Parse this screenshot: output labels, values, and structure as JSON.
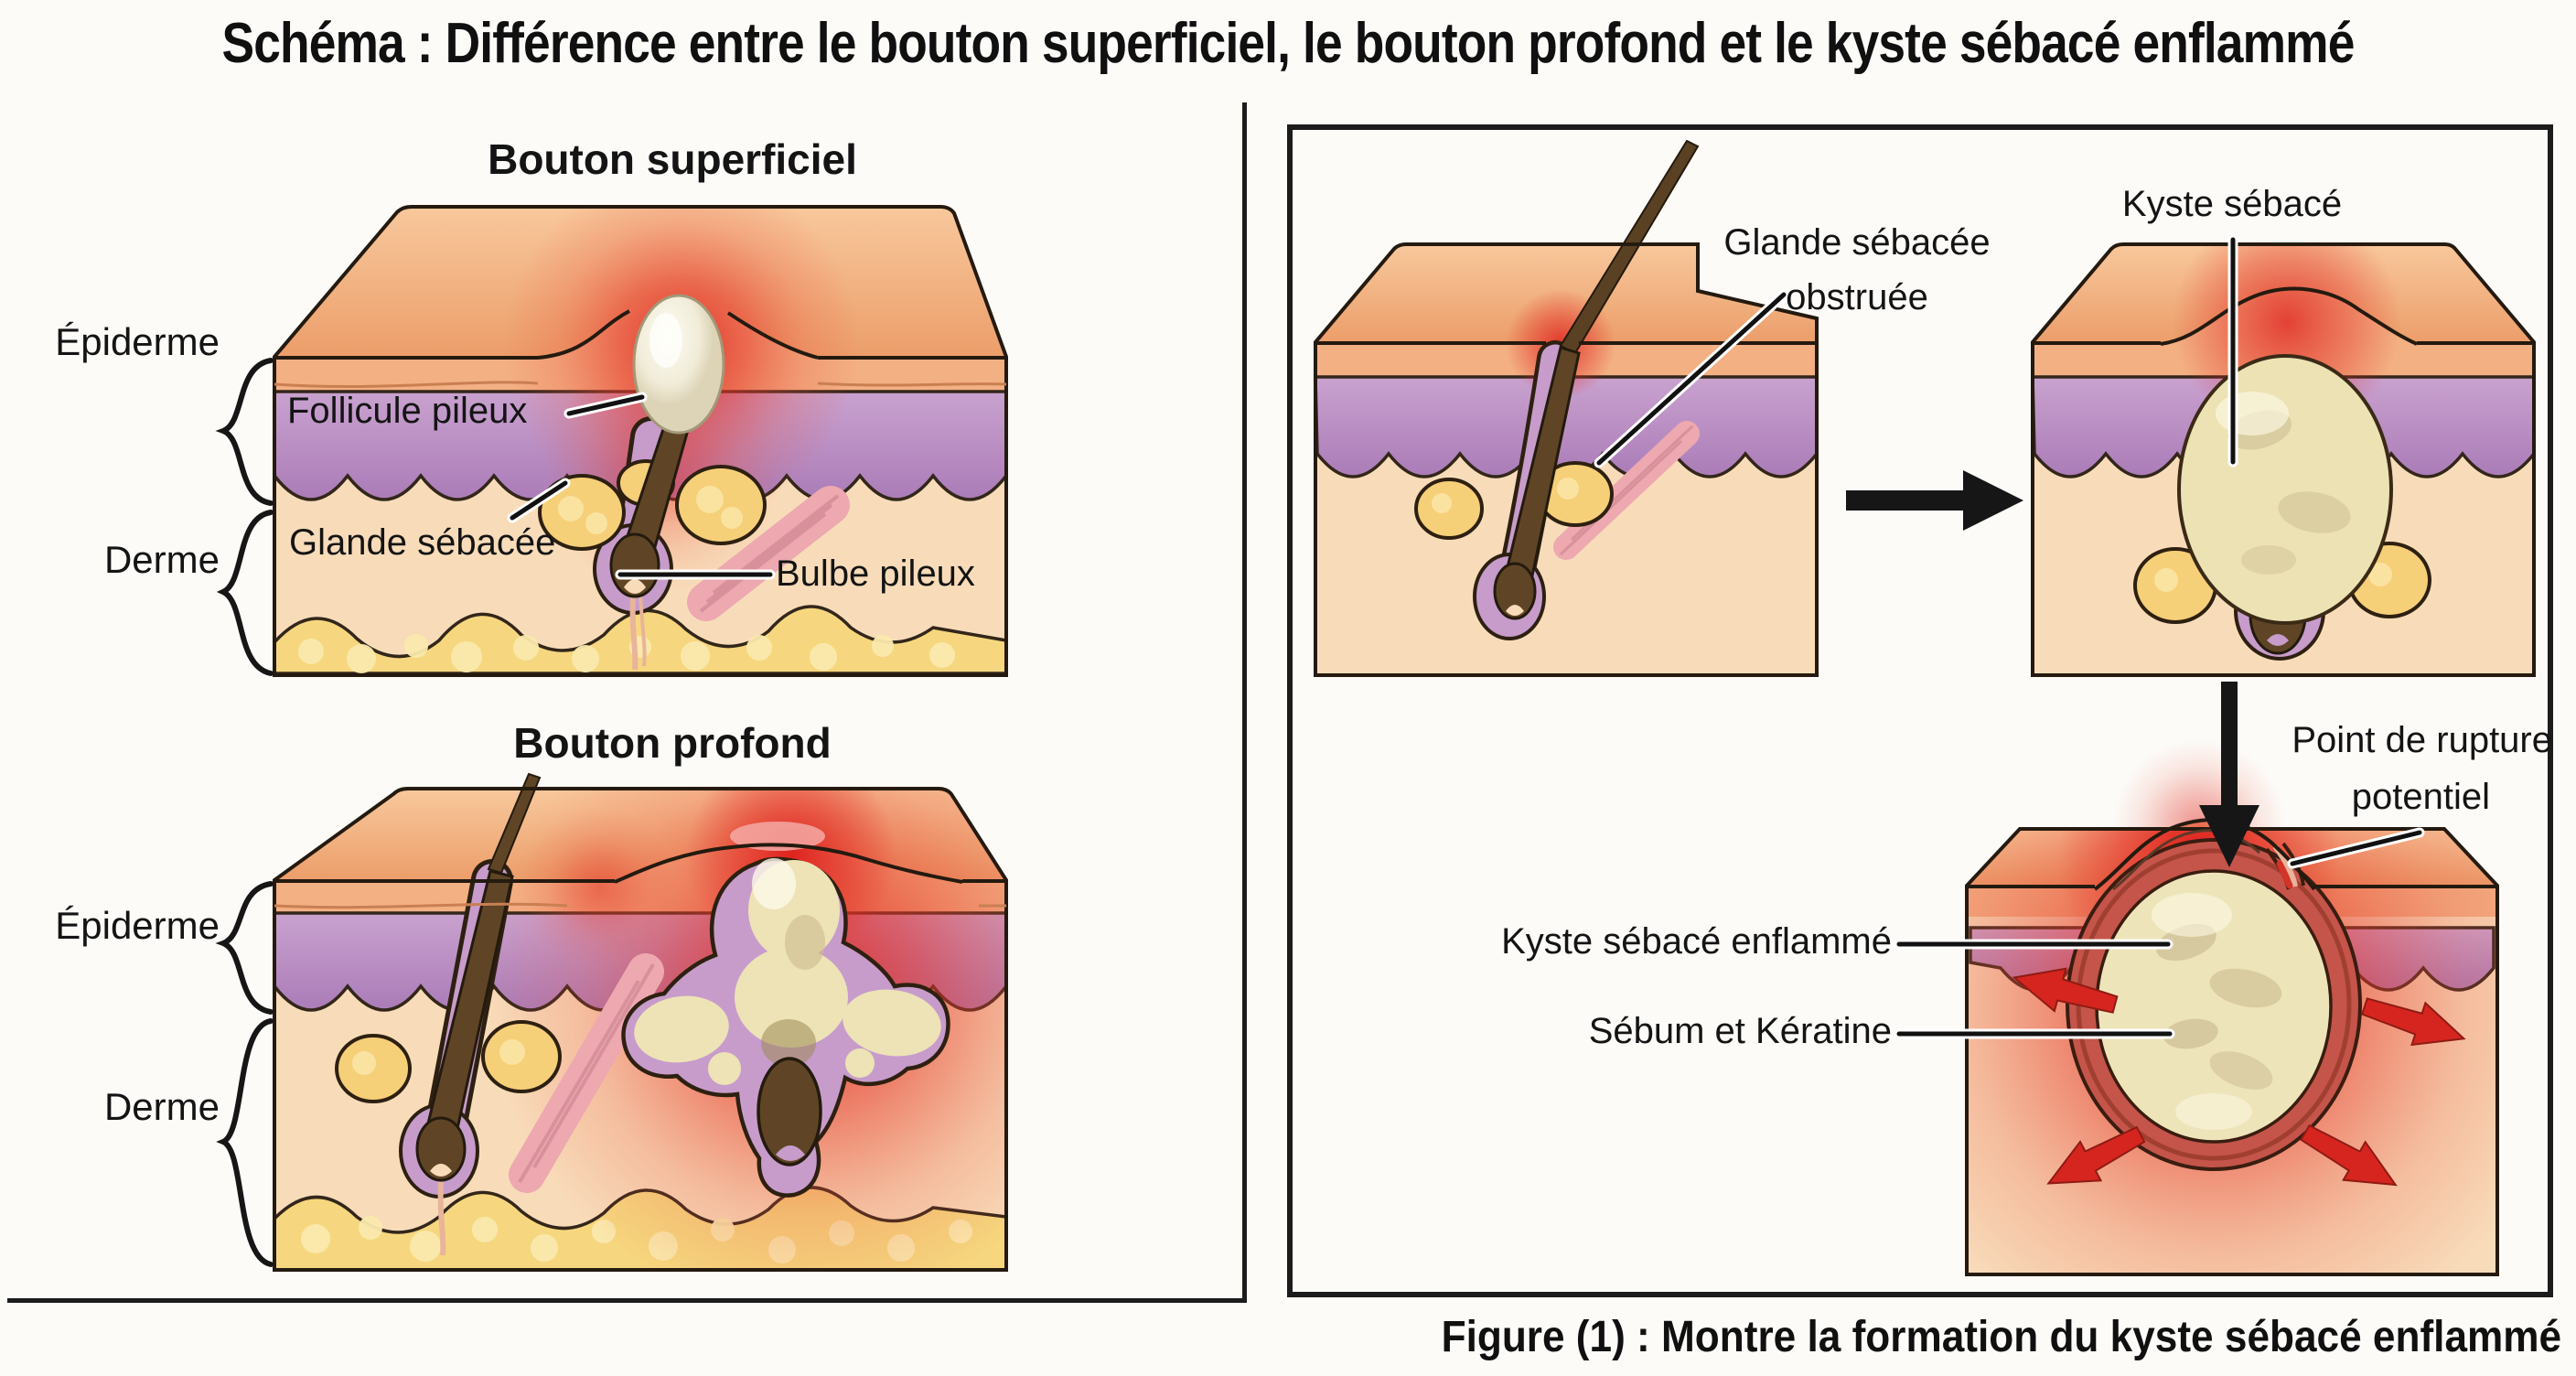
{
  "title": "Schéma : Différence entre le bouton superficiel, le bouton profond et le kyste sébacé enflammé",
  "left_panel": {
    "superficial": {
      "heading": "Bouton superficiel",
      "epidermis_label": "Épiderme",
      "dermis_label": "Derme",
      "hair_follicle_label": "Follicule pileux",
      "sebaceous_gland_label": "Glande sébacée",
      "hair_bulb_label": "Bulbe pileux"
    },
    "deep": {
      "heading": "Bouton profond",
      "epidermis_label": "Épiderme",
      "dermis_label": "Derme"
    }
  },
  "right_panel": {
    "obstructed_gland_label": [
      "Glande sébacée",
      "obstruée"
    ],
    "cyst_label": "Kyste sébacé",
    "rupture_label": [
      "Point de rupture",
      "potentiel"
    ],
    "inflamed_cyst_label": "Kyste sébacé enflammé",
    "sebum_keratin_label": "Sébum et Kératine",
    "caption": "Figure (1) : Montre la formation du kyste sébacé enflammé"
  },
  "colors": {
    "background": "#fcfbf8",
    "skin_top_face": "#efa26e",
    "skin_surface_band": "#f3b083",
    "epidermis_purple": "#b98fc4",
    "dermis": "#f8dcba",
    "fat_yellow": "#f6d77f",
    "inflammation_red": "#e2342c",
    "hair_brown": "#5f4526",
    "sheath_purple": "#c79ccb",
    "gland_yellow": "#f6cf79",
    "muscle_pink": "#eda8b0",
    "pus_cream": "#ece2b4",
    "capsule_red": "#c5544a",
    "arrow_red": "#d6251f",
    "ink": "#141414"
  }
}
